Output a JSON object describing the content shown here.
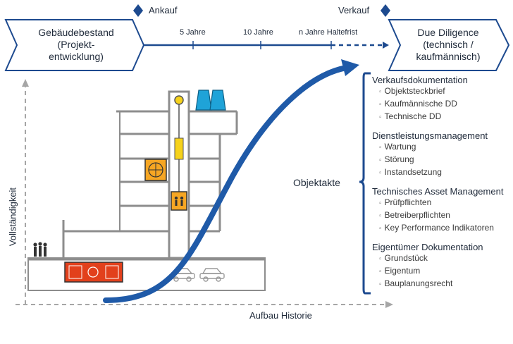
{
  "top": {
    "ankauf": "Ankauf",
    "verkauf": "Verkauf",
    "left_box": [
      "Gebäudebestand",
      "(Projekt-",
      "entwicklung)"
    ],
    "right_box": [
      "Due Diligence",
      "(technisch /",
      "kaufmännisch)"
    ],
    "ticks": [
      "5 Jahre",
      "10 Jahre",
      "n Jahre Haltefrist"
    ]
  },
  "axes": {
    "y_label": "Vollständigkeit",
    "x_label": "Aufbau Historie"
  },
  "objektakte": "Objektakte",
  "sections": [
    {
      "title": "Verkaufsdokumentation",
      "items": [
        "Objektsteckbrief",
        "Kaufmännische DD",
        "Technische DD"
      ]
    },
    {
      "title": "Dienstleistungsmanagement",
      "items": [
        "Wartung",
        "Störung",
        "Instandsetzung"
      ]
    },
    {
      "title": "Technisches Asset Management",
      "items": [
        "Prüfpflichten",
        "Betreiberpflichten",
        "Key Performance Indikatoren"
      ]
    },
    {
      "title": "Eigentümer Dokumentation",
      "items": [
        "Grundstück",
        "Eigentum",
        "Bauplanungsrecht"
      ]
    }
  ],
  "colors": {
    "navy": "#1d4a8f",
    "curve": "#1f5aa8",
    "building": "#8d8d8d",
    "orange": "#f6a623",
    "red": "#e2401c",
    "cyan": "#1fa3d8"
  }
}
